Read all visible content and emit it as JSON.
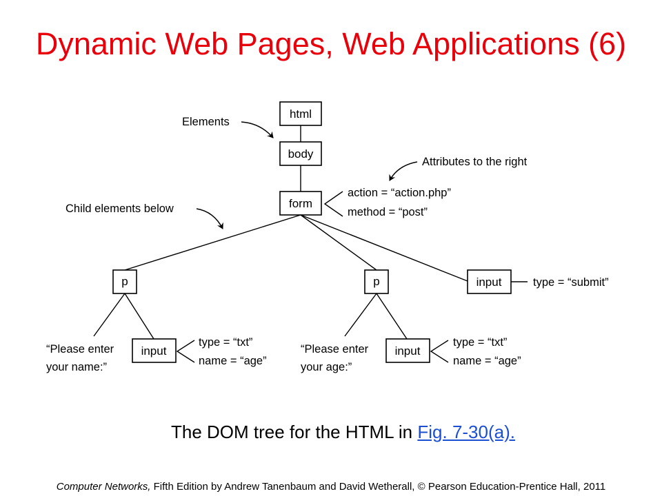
{
  "slide": {
    "title": "Dynamic Web Pages, Web Applications (6)",
    "title_color": "#e8000b",
    "caption": {
      "text": "The DOM tree for the HTML in ",
      "link": "Fig. 7-30(a).",
      "link_color": "#1a4fd1"
    },
    "footer": {
      "book": "Computer Networks,",
      "rest": " Fifth Edition by Andrew Tanenbaum and David Wetherall, © Pearson Education-Prentice Hall, 2011"
    }
  },
  "diagram": {
    "nodes": {
      "html": "html",
      "body": "body",
      "form": "form",
      "p1": "p",
      "p2": "p",
      "input1": "input",
      "input2": "input",
      "input3": "input"
    },
    "annotations": {
      "elements": "Elements",
      "attributes_right": "Attributes to the right",
      "child_elements_below": "Child elements below"
    },
    "attributes": {
      "form_action": "action = “action.php”",
      "form_method": "method = “post”",
      "submit_type": "type = “submit”",
      "input1_type": "type = “txt”",
      "input1_name": "name = “age”",
      "input2_type": "type = “txt”",
      "input2_name": "name = “age”"
    },
    "texts": {
      "p1_line1": "“Please enter",
      "p1_line2": "your name:”",
      "p2_line1": "“Please enter",
      "p2_line2": "your age:”"
    }
  }
}
